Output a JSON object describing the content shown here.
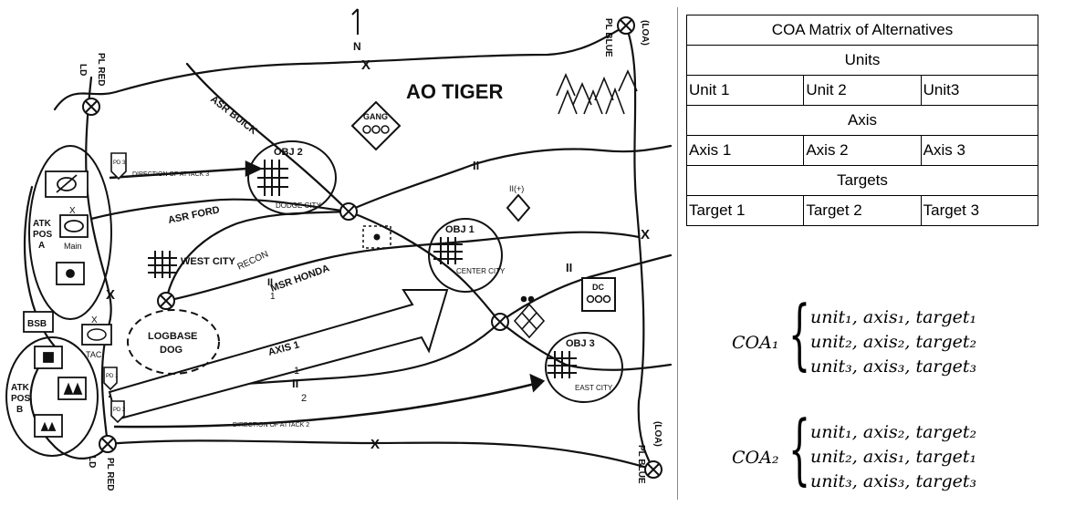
{
  "map": {
    "ao_title": "AO TIGER",
    "north": "N",
    "pl_red_top": "PL RED",
    "ld_top": "LD",
    "pl_red_bottom": "PL RED",
    "ld_bottom": "LD",
    "pl_blue_top": "PL BLUE",
    "loa_top": "(LOA)",
    "pl_blue_bottom": "PL BLUE",
    "loa_bottom": "(LOA)",
    "obj2": "OBJ 2",
    "dodge_city": "DODGE CITY",
    "obj1": "OBJ 1",
    "center_city": "CENTER CITY",
    "obj3": "OBJ 3",
    "east_city": "EAST CITY",
    "west_city": "WEST CITY",
    "logbase": "LOGBASE",
    "dog": "DOG",
    "asr_buick": "ASR BUICK",
    "asr_ford": "ASR FORD",
    "msr_honda": "MSR HONDA",
    "recon": "RECON",
    "axis1": "AXIS 1",
    "doa3": "DIRECTION OF ATTACK 3",
    "doa2": "DIRECTION OF ATTACK 2",
    "gang": "GANG",
    "dc": "DC",
    "atk_pos_a": [
      "ATK",
      "POS",
      "A"
    ],
    "atk_pos_b": [
      "ATK",
      "POS",
      "B"
    ],
    "main": "Main",
    "tac": "TAC",
    "bsb": "BSB",
    "pd3": "PD 3",
    "pd1": "PD 1",
    "pd2": "PD 2",
    "ii": "II",
    "one": "1",
    "two": "2",
    "x": "X",
    "ii_plus": "II(+)"
  },
  "matrix": {
    "title": "COA Matrix of Alternatives",
    "units_header": "Units",
    "units": [
      "Unit 1",
      "Unit 2",
      "Unit3"
    ],
    "axis_header": "Axis",
    "axes": [
      "Axis 1",
      "Axis 2",
      "Axis 3"
    ],
    "targets_header": "Targets",
    "targets": [
      "Target 1",
      "Target 2",
      "Target 3"
    ]
  },
  "coa1": {
    "label": "COA₁",
    "lines": [
      "unit₁, axis₁, target₁",
      "unit₂, axis₂, target₂",
      "unit₃, axis₃, target₃"
    ]
  },
  "coa2": {
    "label": "COA₂",
    "lines": [
      "unit₁, axis₂, target₂",
      "unit₂, axis₁, target₁",
      "unit₃, axis₃, target₃"
    ]
  }
}
